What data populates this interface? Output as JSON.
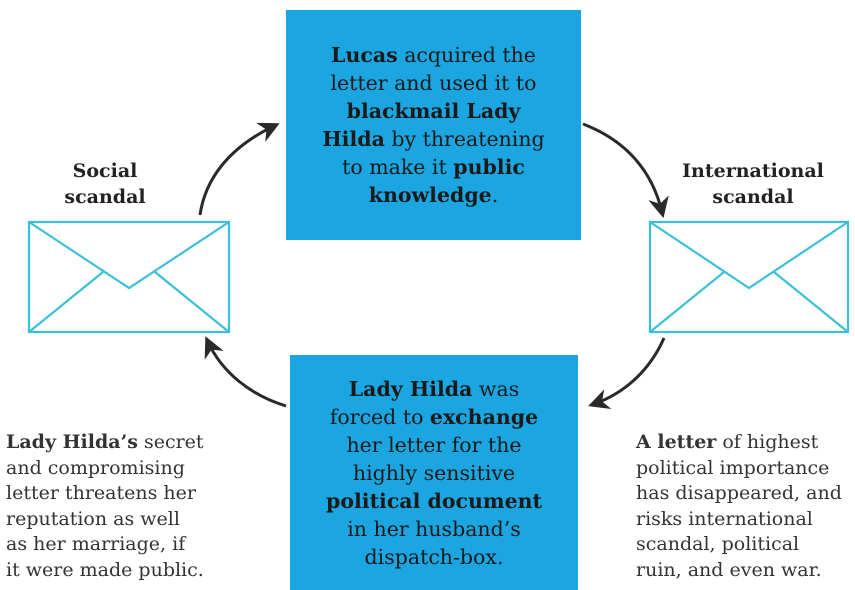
{
  "center_boxes": {
    "top": [
      [
        "Lucas",
        " acquired the"
      ],
      [
        "letter and used it to"
      ],
      [
        "blackmail Lady"
      ],
      [
        "Hilda",
        " by threatening"
      ],
      [
        "to make it ",
        "public"
      ],
      [
        "knowledge",
        "."
      ]
    ],
    "top_bold": [
      [
        0
      ],
      [],
      [
        0
      ],
      [
        0
      ],
      [
        1
      ],
      [
        0
      ]
    ],
    "bottom": [
      [
        "Lady Hilda",
        " was"
      ],
      [
        "forced to ",
        "exchange"
      ],
      [
        "her letter for the"
      ],
      [
        "highly sensitive"
      ],
      [
        "political document"
      ],
      [
        "in her husband’s"
      ],
      [
        "dispatch-box."
      ]
    ],
    "bottom_bold": [
      [
        0
      ],
      [
        1
      ],
      [],
      [],
      [
        0
      ],
      [],
      []
    ]
  },
  "labels": {
    "left": [
      "Social",
      "scandal"
    ],
    "right": [
      "International",
      "scandal"
    ]
  },
  "captions": {
    "left": [
      [
        "Lady Hilda’s",
        " secret"
      ],
      [
        "and compromising"
      ],
      [
        "letter threatens her"
      ],
      [
        "reputation as well"
      ],
      [
        "as her marriage, if"
      ],
      [
        "it were made public."
      ]
    ],
    "left_bold": [
      [
        0
      ],
      [],
      [],
      [],
      [],
      []
    ],
    "right": [
      [
        "A letter",
        " of highest"
      ],
      [
        "political importance"
      ],
      [
        "has disappeared, and"
      ],
      [
        "risks international"
      ],
      [
        "scandal, political"
      ],
      [
        "ruin, and even war."
      ]
    ],
    "right_bold": [
      [
        0
      ],
      [],
      [],
      [],
      [],
      []
    ]
  },
  "colors": {
    "box_fill": "#1ba6e1",
    "envelope_stroke": "#3cc0d6",
    "arrow": "#2a2a2a"
  },
  "icons": {
    "envelope_left": "envelope-icon",
    "envelope_right": "envelope-icon"
  }
}
